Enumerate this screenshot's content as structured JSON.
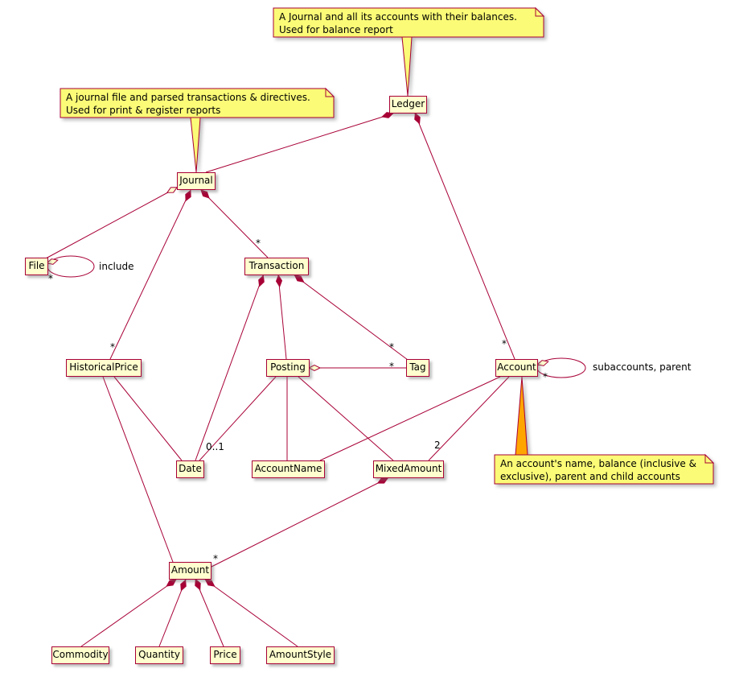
{
  "colors": {
    "line": "#A80036",
    "class_fill": "#FEFECE",
    "class_border": "#A80036",
    "note_fill": "#FBFB77",
    "note_pointer_orange": "#FFA500",
    "background": "#FFFFFF",
    "text": "#000000"
  },
  "classes": {
    "ledger": "Ledger",
    "journal": "Journal",
    "file": "File",
    "transaction": "Transaction",
    "historical_price": "HistoricalPrice",
    "posting": "Posting",
    "tag": "Tag",
    "account": "Account",
    "date": "Date",
    "account_name": "AccountName",
    "mixed_amount": "MixedAmount",
    "amount": "Amount",
    "commodity": "Commodity",
    "quantity": "Quantity",
    "price": "Price",
    "amount_style": "AmountStyle"
  },
  "notes": {
    "ledger": {
      "line1": "A Journal and all its accounts with their balances.",
      "line2": "Used for balance report"
    },
    "journal": {
      "line1": "A journal file and parsed transactions & directives.",
      "line2": "Used for print & register reports"
    },
    "account": {
      "line1": "An account's name, balance (inclusive &",
      "line2": "exclusive), parent and child accounts"
    }
  },
  "labels": {
    "include": "include",
    "subaccounts_parent": "subaccounts, parent",
    "star": "*",
    "zero_or_one": "0..1",
    "two": "2"
  },
  "edges": [
    {
      "from": "Ledger",
      "to": "Journal",
      "type": "composition"
    },
    {
      "from": "Ledger",
      "to": "Account",
      "type": "composition",
      "target_multiplicity": "*"
    },
    {
      "from": "Journal",
      "to": "File",
      "type": "aggregation"
    },
    {
      "from": "File",
      "to": "File",
      "type": "aggregation",
      "label": "include",
      "target_multiplicity": "*"
    },
    {
      "from": "Journal",
      "to": "Transaction",
      "type": "composition",
      "target_multiplicity": "*"
    },
    {
      "from": "Journal",
      "to": "HistoricalPrice",
      "type": "composition",
      "target_multiplicity": "*"
    },
    {
      "from": "Transaction",
      "to": "Posting",
      "type": "composition"
    },
    {
      "from": "Transaction",
      "to": "Tag",
      "type": "composition",
      "target_multiplicity": "*"
    },
    {
      "from": "Transaction",
      "to": "Date",
      "type": "composition"
    },
    {
      "from": "Posting",
      "to": "Tag",
      "type": "aggregation",
      "target_multiplicity": "*"
    },
    {
      "from": "Posting",
      "to": "Date",
      "type": "association",
      "target_multiplicity": "0..1"
    },
    {
      "from": "Posting",
      "to": "AccountName",
      "type": "association"
    },
    {
      "from": "Posting",
      "to": "MixedAmount",
      "type": "association"
    },
    {
      "from": "Account",
      "to": "AccountName",
      "type": "association"
    },
    {
      "from": "Account",
      "to": "MixedAmount",
      "type": "association",
      "target_multiplicity": "2"
    },
    {
      "from": "Account",
      "to": "Account",
      "type": "aggregation",
      "label": "subaccounts, parent",
      "target_multiplicity": "*"
    },
    {
      "from": "HistoricalPrice",
      "to": "Date",
      "type": "association"
    },
    {
      "from": "HistoricalPrice",
      "to": "Amount",
      "type": "association"
    },
    {
      "from": "MixedAmount",
      "to": "Amount",
      "type": "composition",
      "target_multiplicity": "*"
    },
    {
      "from": "Amount",
      "to": "Commodity",
      "type": "composition"
    },
    {
      "from": "Amount",
      "to": "Quantity",
      "type": "composition"
    },
    {
      "from": "Amount",
      "to": "Price",
      "type": "composition"
    },
    {
      "from": "Amount",
      "to": "AmountStyle",
      "type": "composition"
    }
  ]
}
